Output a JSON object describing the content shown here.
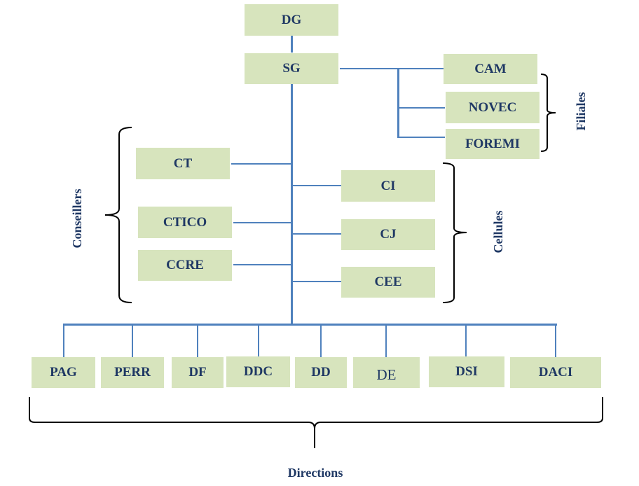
{
  "org_chart": {
    "top": {
      "dg": "DG",
      "sg": "SG"
    },
    "filiales": {
      "label": "Filiales",
      "items": [
        "CAM",
        "NOVEC",
        "FOREMI"
      ]
    },
    "conseillers": {
      "label": "Conseillers",
      "items": [
        "CT",
        "CTICO",
        "CCRE"
      ]
    },
    "cellules": {
      "label": "Cellules",
      "items": [
        "CI",
        "CJ",
        "CEE"
      ]
    },
    "directions": {
      "label": "Directions",
      "items": [
        "PAG",
        "PERR",
        "DF",
        "DDC",
        "DD",
        "DE",
        "DSI",
        "DACI"
      ]
    }
  },
  "colors": {
    "box_fill": "#d7e4bd",
    "text": "#1f3864",
    "connector": "#4f81bd",
    "brace": "#000000"
  }
}
